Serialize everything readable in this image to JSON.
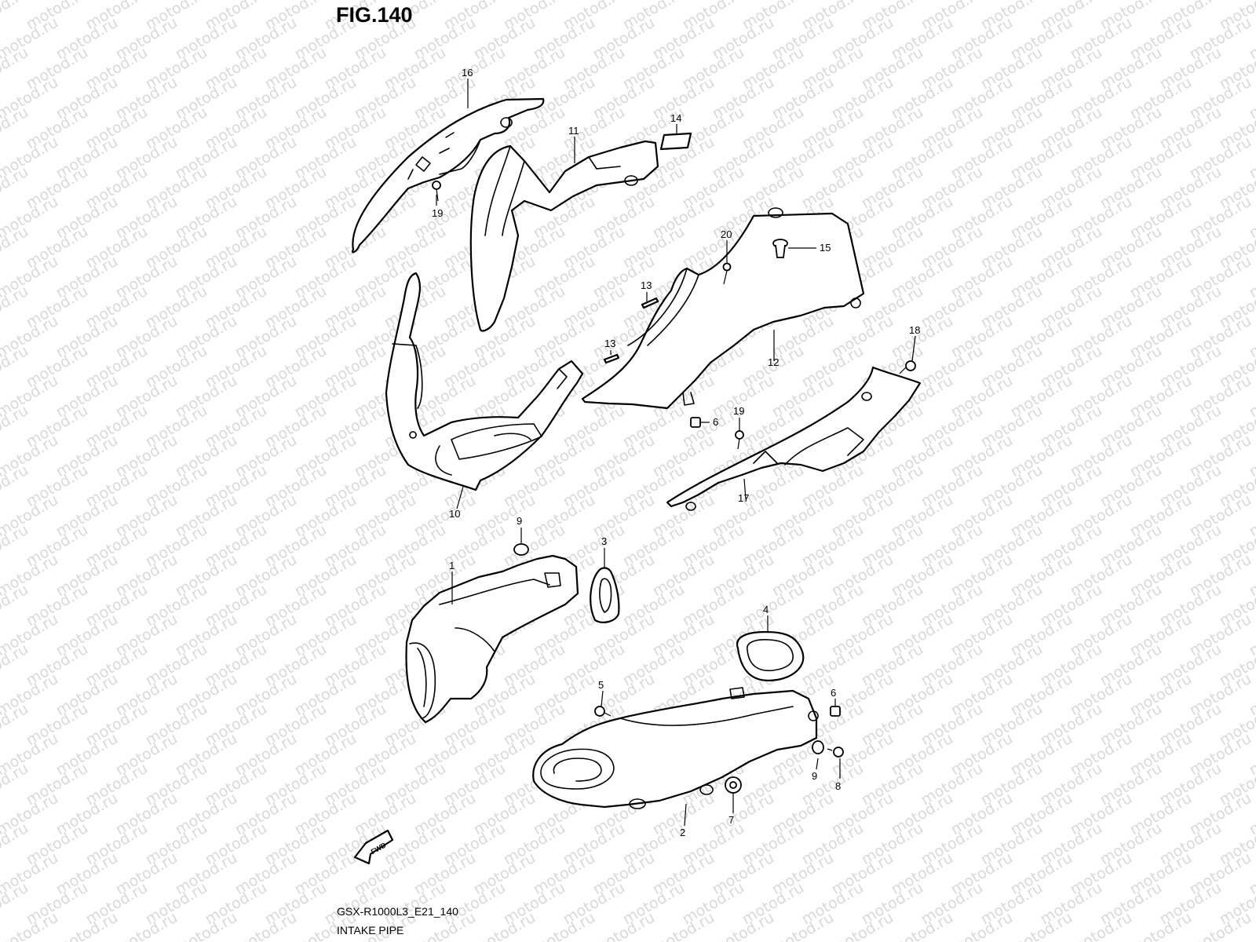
{
  "figure": {
    "title": "FIG.140",
    "code": "GSX-R1000L3_E21_140",
    "name": "INTAKE PIPE",
    "watermark": "motod.ru",
    "fwd_label": "FWD"
  },
  "callouts": [
    "16",
    "11",
    "14",
    "19",
    "20",
    "15",
    "13",
    "13",
    "12",
    "18",
    "19",
    "6",
    "10",
    "17",
    "9",
    "3",
    "1",
    "4",
    "5",
    "6",
    "9",
    "8",
    "7",
    "2"
  ]
}
